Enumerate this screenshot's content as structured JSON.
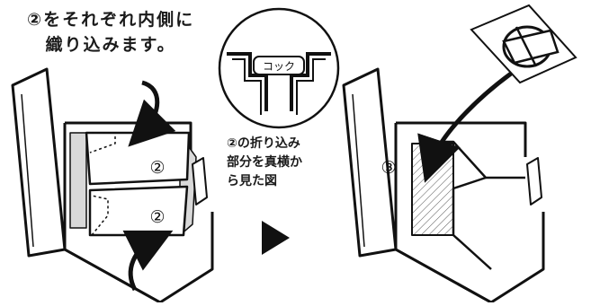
{
  "instruction": {
    "line1": "②をそれぞれ内側に",
    "line2": "織り込みます。"
  },
  "detail": {
    "badge": "コック",
    "caption_line1": "②の折り込み",
    "caption_line2": "部分を真横か",
    "caption_line3": "ら見た図"
  },
  "labels": {
    "flap_upper": "②",
    "flap_lower": "②",
    "step_result": "③"
  },
  "colors": {
    "line": "#111111",
    "panel_fill": "#d9d9d9",
    "background": "#ffffff"
  },
  "icons": {
    "next": "play-triangle-icon"
  }
}
